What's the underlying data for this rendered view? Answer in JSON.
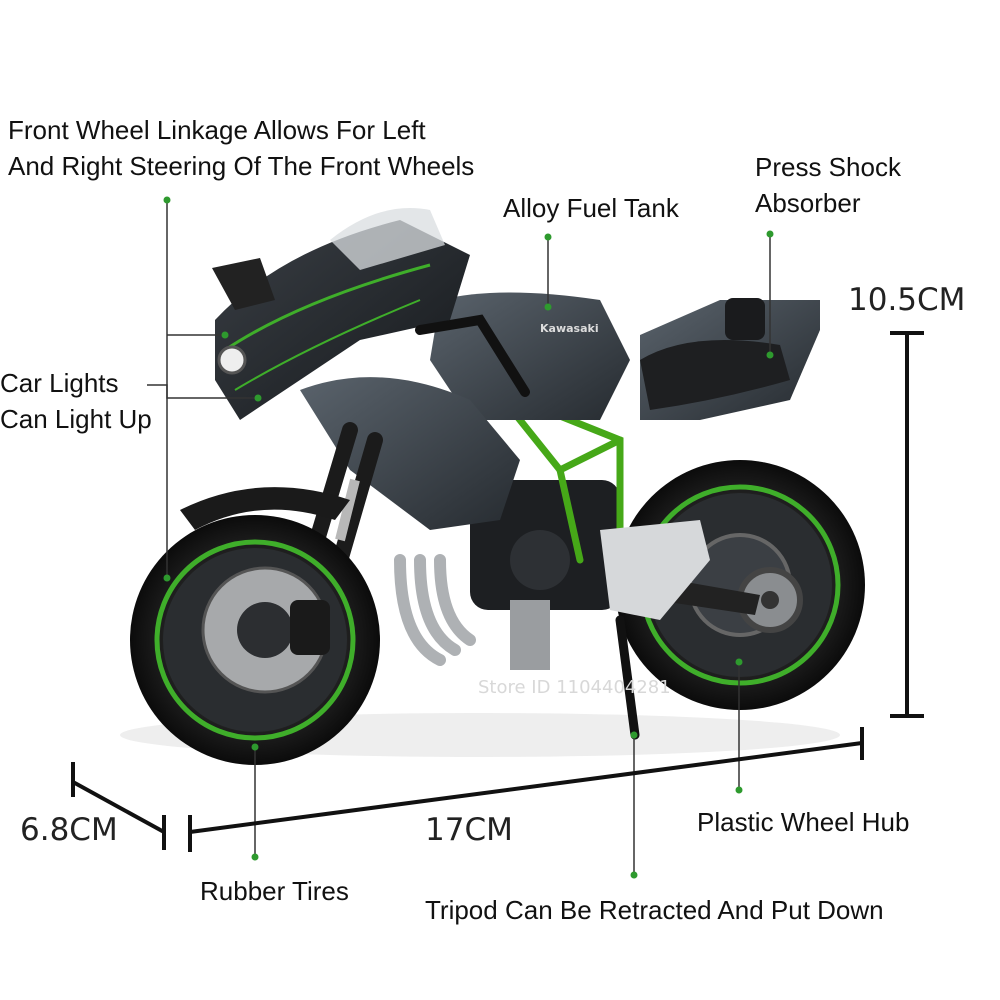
{
  "labels": {
    "front_wheel_linkage": [
      "Front Wheel Linkage Allows For Left",
      "And Right Steering Of The Front Wheels"
    ],
    "alloy_fuel_tank": "Alloy Fuel Tank",
    "press_shock_absorber": [
      "Press Shock",
      "Absorber"
    ],
    "car_lights": [
      "Car Lights",
      "Can Light Up"
    ],
    "plastic_wheel_hub": "Plastic Wheel Hub",
    "rubber_tires": "Rubber Tires",
    "tripod": "Tripod Can Be Retracted And Put Down"
  },
  "dimensions": {
    "height": "10.5CM",
    "length": "17CM",
    "width": "6.8CM"
  },
  "watermark": "Store ID 1104404281",
  "colors": {
    "accent_green": "#3fae2a",
    "body_dark": "#2b3036",
    "body_mid": "#4a525b",
    "tire": "#151515",
    "frame_green": "#46a818"
  }
}
